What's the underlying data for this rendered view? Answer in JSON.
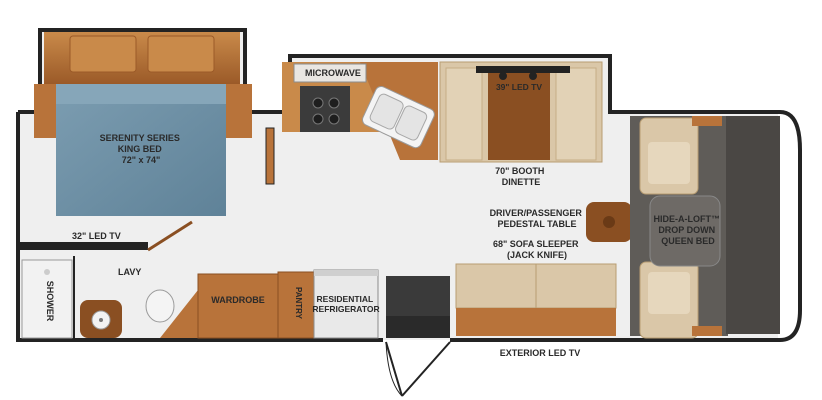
{
  "labels": {
    "bed_l1": "SERENITY SERIES",
    "bed_l2": "KING BED",
    "bed_l3": "72\" x 74\"",
    "microwave": "MICROWAVE",
    "tv39": "39\" LED TV",
    "booth_l1": "70\" BOOTH",
    "booth_l2": "DINETTE",
    "table_l1": "DRIVER/PASSENGER",
    "table_l2": "PEDESTAL TABLE",
    "sofa_l1": "68\" SOFA SLEEPER",
    "sofa_l2": "(JACK KNIFE)",
    "loft_l1": "HIDE-A-LOFT™",
    "loft_l2": "DROP DOWN",
    "loft_l3": "QUEEN BED",
    "tv32": "32\" LED TV",
    "lavy": "LAVY",
    "shower": "SHOWER",
    "wardrobe": "WARDROBE",
    "pantry": "PANTRY",
    "fridge_l1": "RESIDENTIAL",
    "fridge_l2": "REFRIGERATOR",
    "ext_tv": "EXTERIOR LED TV"
  },
  "colors": {
    "wood": "#b8733a",
    "wood_dark": "#8a4f22",
    "tan": "#dac7a8",
    "tan_dark": "#c6ad86",
    "bed": "#6f91a6",
    "floor": "#efefef",
    "wall": "#232323",
    "cab": "#5f5c58"
  }
}
